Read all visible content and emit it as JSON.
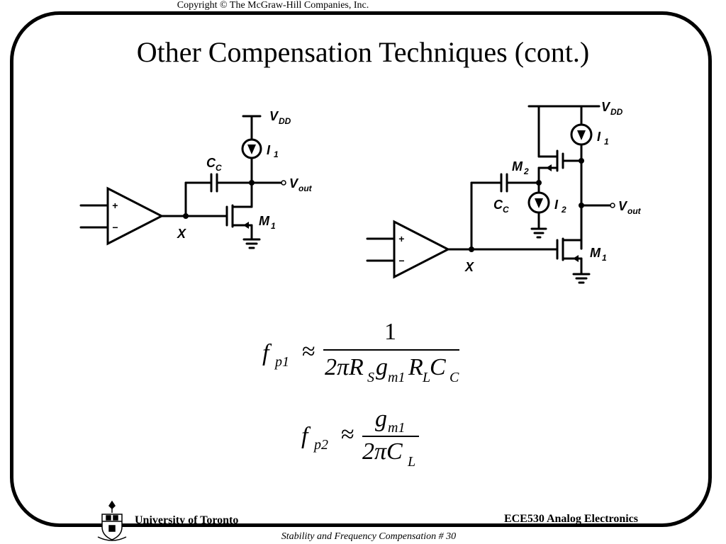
{
  "header": {
    "copyright": "Copyright © The McGraw-Hill Companies, Inc."
  },
  "slide": {
    "title": "Other Compensation Techniques (cont.)"
  },
  "circuit_left": {
    "vdd": "V",
    "vdd_sub": "DD",
    "i1": "I",
    "i1_sub": "1",
    "cc": "C",
    "cc_sub": "C",
    "vout": "V",
    "vout_sub": "out",
    "m1": "M",
    "m1_sub": "1",
    "x": "X",
    "plus": "+",
    "minus": "−"
  },
  "circuit_right": {
    "vdd": "V",
    "vdd_sub": "DD",
    "i1": "I",
    "i1_sub": "1",
    "m2": "M",
    "m2_sub": "2",
    "cc": "C",
    "cc_sub": "C",
    "i2": "I",
    "i2_sub": "2",
    "vout": "V",
    "vout_sub": "out",
    "m1": "M",
    "m1_sub": "1",
    "x": "X",
    "plus": "+",
    "minus": "−"
  },
  "equations": {
    "fp1": {
      "lhs": "f",
      "lhs_sub": "p1",
      "rel": "≈",
      "num": "1",
      "den": "2πR",
      "den_sub1": "S",
      "den_g": "g",
      "den_sub2": "m1",
      "den_r": "R",
      "den_sub3": "L",
      "den_c": " C",
      "den_sub4": "C"
    },
    "fp2": {
      "lhs": "f",
      "lhs_sub": "p2",
      "rel": "≈",
      "num": "g",
      "num_sub": "m1",
      "den": "2πC",
      "den_sub": "L"
    }
  },
  "footer": {
    "university": "University of Toronto",
    "course": "ECE530 Analog Electronics",
    "slide_info": "Stability and Frequency Compensation # 30"
  }
}
